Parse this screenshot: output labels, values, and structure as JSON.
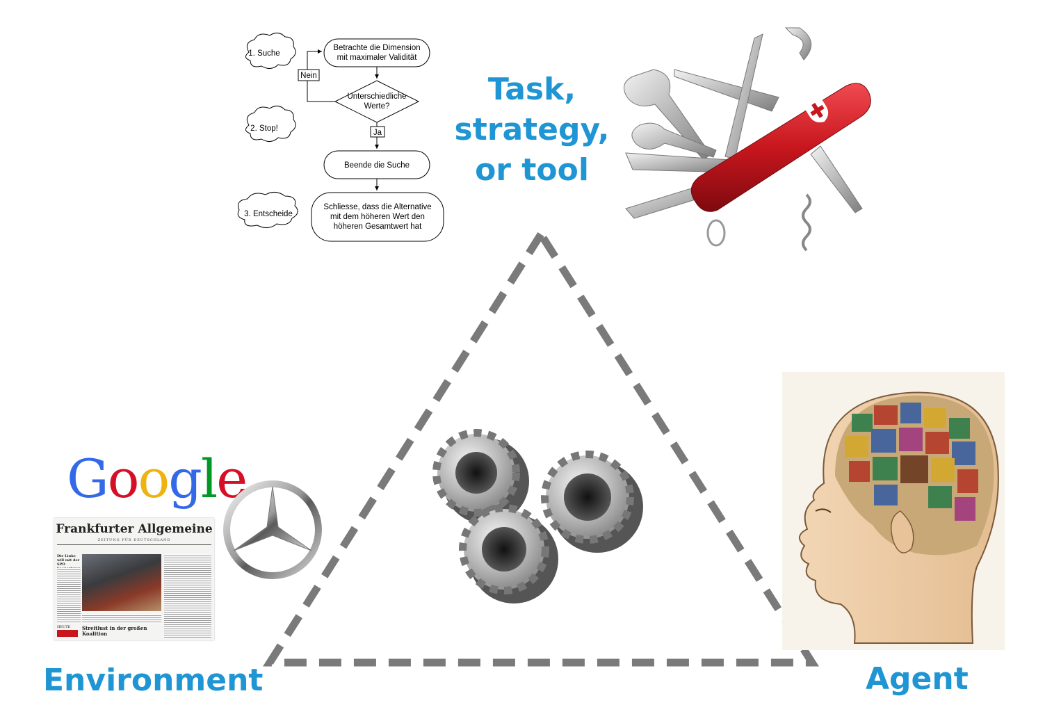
{
  "flowchart": {
    "clouds": [
      "1. Suche",
      "2. Stop!",
      "3. Entscheide"
    ],
    "box1": [
      "Betrachte die Dimension",
      "mit maximaler Validität"
    ],
    "diamond": [
      "Unterschiedliche",
      "Werte?"
    ],
    "box2": [
      "Beende die Suche"
    ],
    "box3": [
      "Schliesse, dass die Alternative",
      "mit dem höheren Wert den",
      "höheren Gesamtwert hat"
    ],
    "no_label": "Nein",
    "yes_label": "Ja"
  },
  "labels": {
    "task_lines": [
      "Task,",
      "strategy,",
      "or tool"
    ],
    "environment": "Environment",
    "agent": "Agent"
  },
  "logos": {
    "google_letters": [
      {
        "ch": "G",
        "color": "#3369e8"
      },
      {
        "ch": "o",
        "color": "#d50f25"
      },
      {
        "ch": "o",
        "color": "#eeb211"
      },
      {
        "ch": "g",
        "color": "#3369e8"
      },
      {
        "ch": "l",
        "color": "#009925"
      },
      {
        "ch": "e",
        "color": "#d50f25"
      }
    ]
  },
  "newspaper": {
    "masthead": "Frankfurter Allgemeine",
    "subtitle": "ZEITUNG FÜR DEUTSCHLAND",
    "headline_left": "Die Linke will mit der SPD kooperieren",
    "section": "HEUTE",
    "headline_bottom": "Streitlust in der großen Koalition"
  },
  "colors": {
    "accent_blue": "#1f96d3",
    "triangle_dash": "#7a7a7a",
    "knife_red": "#c8161d"
  }
}
